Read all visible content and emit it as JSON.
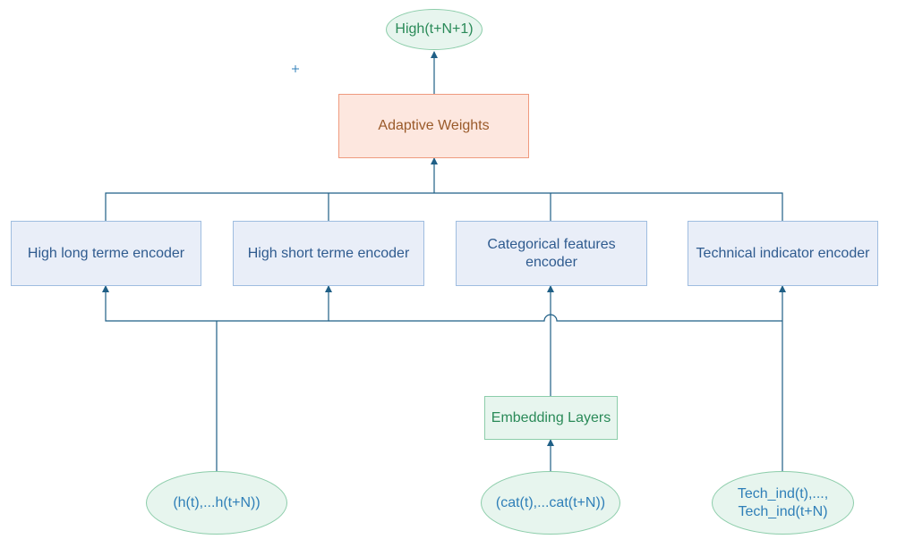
{
  "diagram": {
    "output": "High(t+N+1)",
    "adaptive_weights": "Adaptive Weights",
    "encoders": [
      "High long terme encoder",
      "High short terme encoder",
      "Categorical features\nencoder",
      "Technical indicator encoder"
    ],
    "embedding": "Embedding Layers",
    "inputs": [
      "(h(t),...h(t+N))",
      "(cat(t),...cat(t+N))",
      "Tech_ind(t),...,\nTech_ind(t+N)"
    ]
  },
  "colors": {
    "edge": "#1f5f86",
    "encoder_fill": "#e9eef8",
    "weights_fill": "#fde7df",
    "green_fill": "#e7f5ee"
  }
}
